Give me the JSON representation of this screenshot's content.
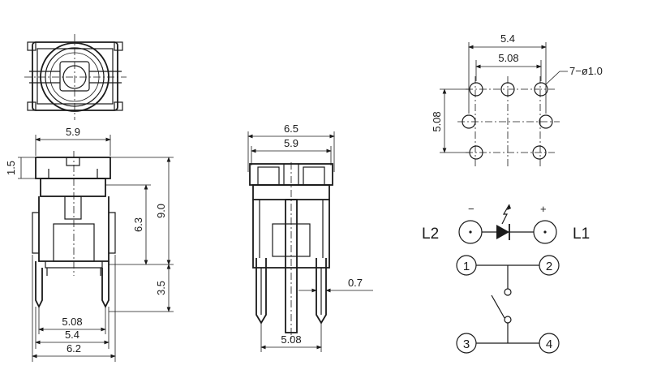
{
  "side_view": {
    "width_top": "5.9",
    "cap_height": "1.5",
    "body_height": "6.3",
    "total_height": "9.0",
    "pin_length": "3.5",
    "pitch_inner": "5.08",
    "pitch_outer": "5.4",
    "width_bottom": "6.2"
  },
  "front_view": {
    "width_outer": "6.5",
    "width_inner": "5.9",
    "pin_width": "0.7",
    "pin_pitch": "5.08"
  },
  "pcb_layout": {
    "span_outer": "5.4",
    "span_inner": "5.08",
    "row_pitch": "5.08",
    "hole_spec": "7−ø1.0"
  },
  "schematic": {
    "led_left": "L2",
    "led_right": "L1",
    "minus_sign": "−",
    "plus_sign": "+",
    "pin1": "1",
    "pin2": "2",
    "pin3": "3",
    "pin4": "4"
  }
}
